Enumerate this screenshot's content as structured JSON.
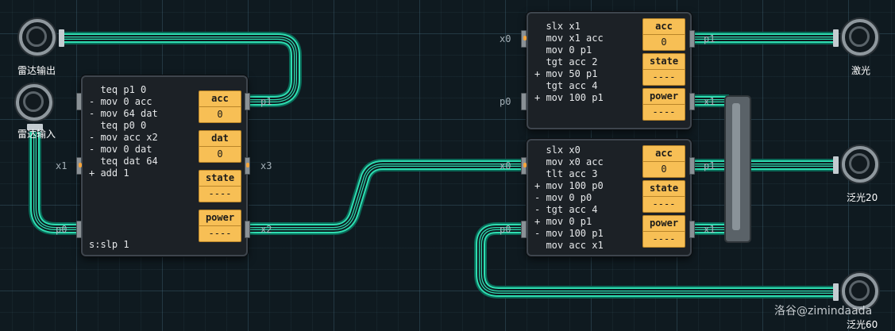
{
  "colors": {
    "wire": "#2fdcb0",
    "register_fill": "#f7bf55",
    "panel": "#1c2126"
  },
  "controllers": {
    "left": {
      "code": [
        "  teq p1 0",
        "- mov 0 acc",
        "- mov 64 dat",
        "  teq p0 0",
        "- mov acc x2",
        "- mov 0 dat",
        "  teq dat 64",
        "+ add 1"
      ],
      "footer": "s:slp 1",
      "registers": [
        {
          "label": "acc",
          "value": "0"
        },
        {
          "label": "dat",
          "value": "0"
        },
        {
          "label": "state",
          "value": "----"
        },
        {
          "label": "power",
          "value": "----"
        }
      ],
      "pins": {
        "x1": "x1",
        "p0": "p0",
        "p1": "p1",
        "x3": "x3",
        "x2": "x2"
      }
    },
    "top_right": {
      "code": [
        "  slx x1",
        "  mov x1 acc",
        "  mov 0 p1",
        "  tgt acc 2",
        "+ mov 50 p1",
        "  tgt acc 4",
        "+ mov 100 p1"
      ],
      "registers": [
        {
          "label": "acc",
          "value": "0"
        },
        {
          "label": "state",
          "value": "----"
        },
        {
          "label": "power",
          "value": "----"
        }
      ],
      "pins": {
        "x0": "x0",
        "p0": "p0",
        "p1": "p1",
        "x1": "x1"
      }
    },
    "bottom_right": {
      "code": [
        "  slx x0",
        "  mov x0 acc",
        "  tlt acc 3",
        "+ mov 100 p0",
        "- mov 0 p0",
        "- tgt acc 4",
        "+ mov 0 p1",
        "- mov 100 p1",
        "  mov acc x1"
      ],
      "registers": [
        {
          "label": "acc",
          "value": "0"
        },
        {
          "label": "state",
          "value": "----"
        },
        {
          "label": "power",
          "value": "----"
        }
      ],
      "pins": {
        "x0": "x0",
        "p0": "p0",
        "p1": "p1",
        "x1": "x1"
      }
    }
  },
  "sensors": {
    "radar_out": "雷达输出",
    "radar_in": "雷达输入",
    "laser": "激光",
    "flood20": "泛光20",
    "flood60": "泛光60"
  },
  "watermark": "洛谷@zimindaada"
}
